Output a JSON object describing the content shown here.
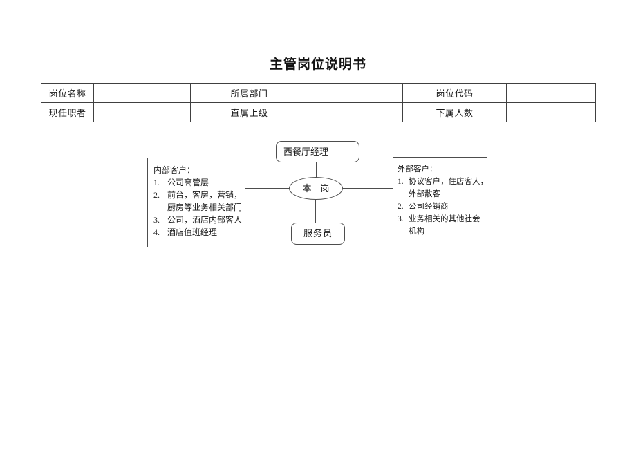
{
  "page": {
    "title": "主管岗位说明书"
  },
  "info_table": {
    "rows": [
      {
        "labels": [
          "岗位名称",
          "所属部门",
          "岗位代码"
        ],
        "values": [
          "",
          "",
          ""
        ]
      },
      {
        "labels": [
          "现任职者",
          "直属上级",
          "下属人数"
        ],
        "values": [
          "",
          "",
          ""
        ]
      }
    ]
  },
  "diagram": {
    "top_node_label": "西餐厅经理",
    "center_node_label": "本　岗",
    "bottom_node_label": "服务员",
    "internal_customers": {
      "heading": "内部客户：",
      "items": [
        {
          "num": "1.",
          "text": "公司高管层"
        },
        {
          "num": "2.",
          "text": "前台，客房，营销，\n厨房等业务相关部门"
        },
        {
          "num": "3.",
          "text": "公司，酒店内部客人"
        },
        {
          "num": "4.",
          "text": "酒店值班经理"
        }
      ]
    },
    "external_customers": {
      "heading": "外部客户：",
      "items": [
        {
          "num": "1.",
          "text": "协议客户，住店客人，\n外部散客"
        },
        {
          "num": "2.",
          "text": "公司经销商"
        },
        {
          "num": "3.",
          "text": "业务相关的其他社会\n机构"
        }
      ]
    }
  },
  "colors": {
    "background": "#ffffff",
    "text": "#1a1a1a",
    "table_border": "#404040",
    "diagram_border": "#4d4d4d"
  }
}
